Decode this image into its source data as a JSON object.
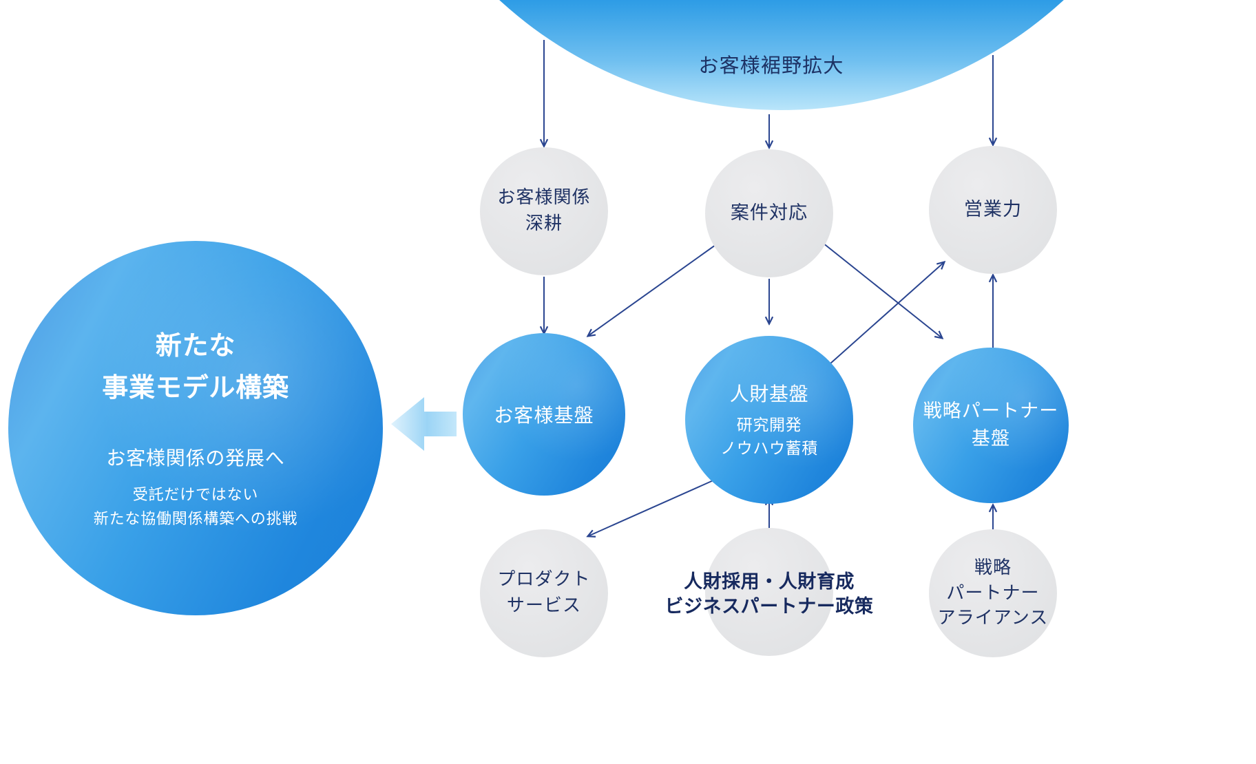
{
  "top_banner": {
    "label": "お客様裾野拡大"
  },
  "left_bubble": {
    "title_lines": [
      "新たな",
      "事業モデル構築"
    ],
    "subtitle": "お客様関係の発展へ",
    "body_lines": [
      "受託だけではない",
      "新たな協働関係構築への挑戦"
    ]
  },
  "nodes": {
    "customer_relation": {
      "lines": [
        "お客様関係",
        "深耕"
      ]
    },
    "case_response": {
      "label": "案件対応"
    },
    "sales_power": {
      "label": "営業力"
    },
    "customer_base": {
      "label": "お客様基盤"
    },
    "hr_base": {
      "title": "人財基盤",
      "lines": [
        "研究開発",
        "ノウハウ蓄積"
      ]
    },
    "strategic_base": {
      "lines": [
        "戦略パートナー",
        "基盤"
      ]
    },
    "product_service": {
      "lines": [
        "プロダクト",
        "サービス"
      ]
    },
    "hr_policy": {
      "lines": [
        "人財採用・人財育成",
        "ビジネスパートナー政策"
      ]
    },
    "alliance": {
      "lines": [
        "戦略",
        "パートナー",
        "アライアンス"
      ]
    }
  },
  "colors": {
    "arrow_navy": "#2a4590",
    "text_navy": "#1f3264",
    "circle_gray": "#e4e5e7",
    "circle_blue_light": "#5fb6ee",
    "circle_blue_dark": "#1b7ed6",
    "block_arrow_light": "#dff2fd",
    "block_arrow_dark": "#8ccbf3"
  }
}
